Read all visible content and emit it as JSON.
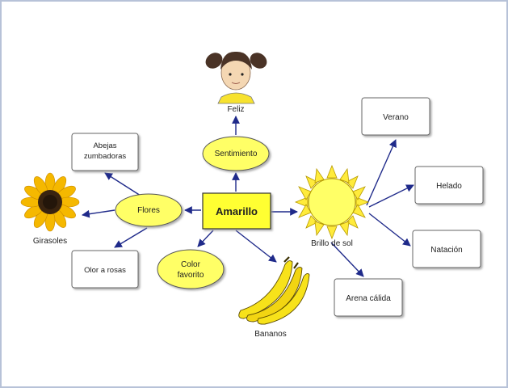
{
  "diagram": {
    "center": "Amarillo",
    "nodes": {
      "sentimiento": "Sentimiento",
      "feliz": "Feliz",
      "flores": "Flores",
      "abejas_line1": "Abejas",
      "abejas_line2": "zumbadoras",
      "girasoles": "Girasoles",
      "olor_a_rosas": "Olor a rosas",
      "color_line1": "Color",
      "color_line2": "favorito",
      "bananos": "Bananos",
      "brillo_de_sol": "Brillo de sol",
      "verano": "Verano",
      "helado": "Helado",
      "natacion": "Natación",
      "arena_calida": "Arena cálida"
    },
    "colors": {
      "yellow": "#ffff66",
      "arrow": "#1f2a8a",
      "frame": "#b7c2d8"
    },
    "icons": [
      "girl-face-icon",
      "sunflower-icon",
      "sun-icon",
      "bananas-icon"
    ]
  }
}
